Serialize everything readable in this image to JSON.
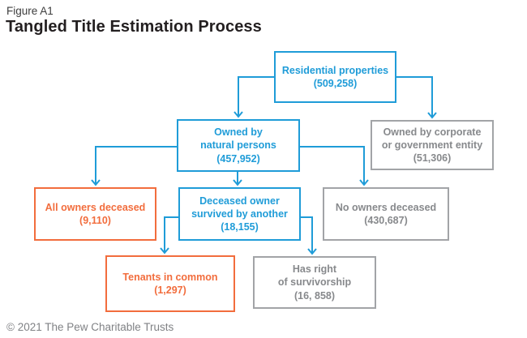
{
  "header": {
    "figure_label": "Figure A1",
    "title": "Tangled Title Estimation Process"
  },
  "nodes": {
    "residential": {
      "label": "Residential properties",
      "value": "(509,258)"
    },
    "natural": {
      "label": "Owned by\nnatural persons",
      "value": "(457,952)"
    },
    "corporate": {
      "label": "Owned by corporate\nor government entity",
      "value": "(51,306)"
    },
    "all_deceased": {
      "label": "All owners deceased",
      "value": "(9,110)"
    },
    "survived": {
      "label": "Deceased owner\nsurvived by another",
      "value": "(18,155)"
    },
    "no_deceased": {
      "label": "No owners deceased",
      "value": "(430,687)"
    },
    "tenants": {
      "label": "Tenants in common",
      "value": "(1,297)"
    },
    "survivorship": {
      "label": "Has right\nof survivorship",
      "value": "(16, 858)"
    }
  },
  "edges": [
    {
      "from": "residential",
      "to": "natural"
    },
    {
      "from": "residential",
      "to": "corporate"
    },
    {
      "from": "natural",
      "to": "all_deceased"
    },
    {
      "from": "natural",
      "to": "survived"
    },
    {
      "from": "natural",
      "to": "no_deceased"
    },
    {
      "from": "survived",
      "to": "tenants"
    },
    {
      "from": "survived",
      "to": "survivorship"
    }
  ],
  "colors": {
    "blue": "#1f9cd8",
    "orange": "#f26d3d",
    "gray_border": "#a2a4a7",
    "gray_text": "#87898c",
    "connector": "#1f9cd8",
    "title_text": "#231f20",
    "footer_text": "#808285"
  },
  "footer": {
    "copyright": "© 2021 The Pew Charitable Trusts"
  }
}
